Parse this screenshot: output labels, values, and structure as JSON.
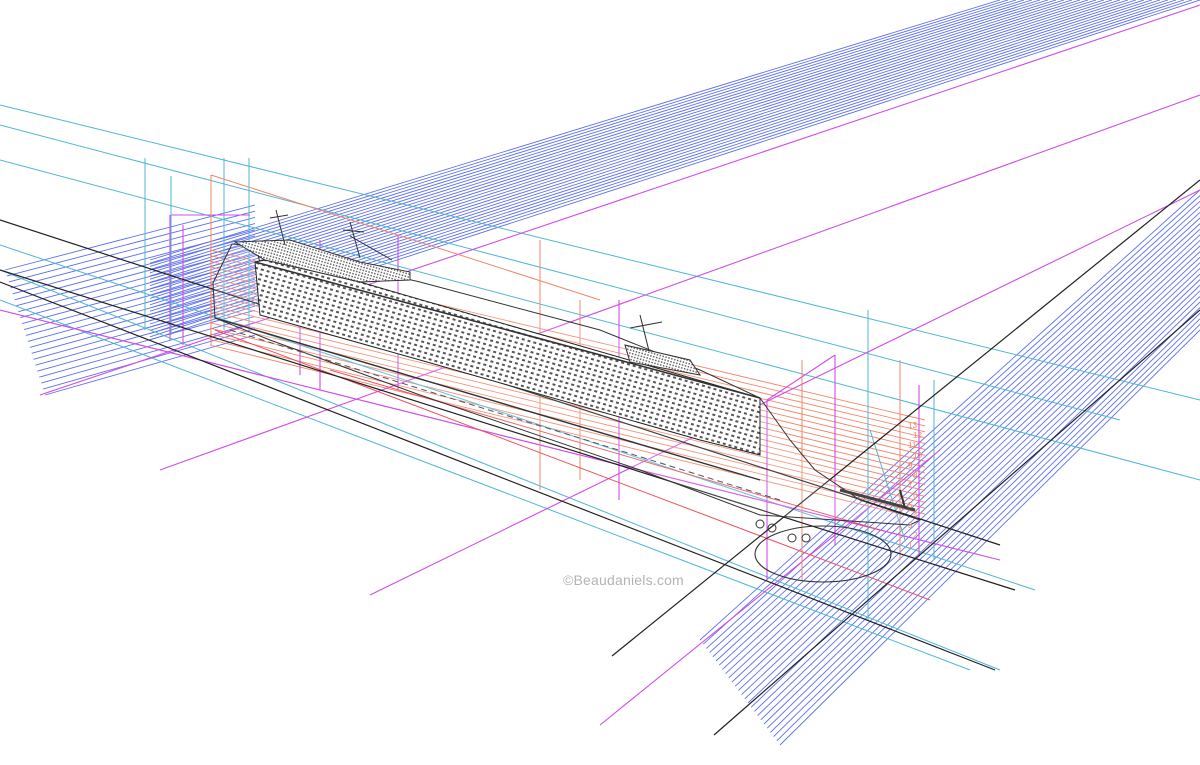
{
  "watermark": {
    "text": "©Beaudaniels.com",
    "color": "#b3b3b3"
  },
  "diagram": {
    "subject": "cruise ship perspective construction drawing",
    "colors": {
      "blue": "#5b6ff0",
      "cyan": "#4fb7d6",
      "magenta": "#d24ce8",
      "salmon": "#f2866a",
      "red": "#ef4f5a",
      "black": "#222222",
      "ship": "#333333"
    },
    "line_families": [
      {
        "name": "upper-blue-fan",
        "color": "blue",
        "from": [
          [
            150,
            260
          ],
          [
            150,
            340
          ]
        ],
        "to": [
          [
            1000,
            0
          ],
          [
            1200,
            0
          ]
        ],
        "count": 26
      },
      {
        "name": "left-blue-fan",
        "color": "blue",
        "from": [
          [
            5,
            270
          ],
          [
            45,
            395
          ]
        ],
        "to": [
          [
            255,
            205
          ],
          [
            255,
            335
          ]
        ],
        "count": 22
      },
      {
        "name": "right-blue-fan",
        "color": "blue",
        "from": [
          [
            700,
            640
          ],
          [
            780,
            745
          ]
        ],
        "to": [
          [
            1200,
            190
          ],
          [
            1200,
            330
          ]
        ],
        "count": 26
      },
      {
        "name": "salmon-horizontals",
        "color": "salmon",
        "from": [
          [
            210,
            250
          ],
          [
            210,
            345
          ]
        ],
        "to": [
          [
            925,
            420
          ],
          [
            925,
            520
          ]
        ],
        "count": 18
      }
    ],
    "labels": [
      "13",
      "12",
      "11",
      "10",
      "9",
      "8",
      "7",
      "6",
      "5",
      "4",
      "3",
      "2",
      "1"
    ]
  }
}
